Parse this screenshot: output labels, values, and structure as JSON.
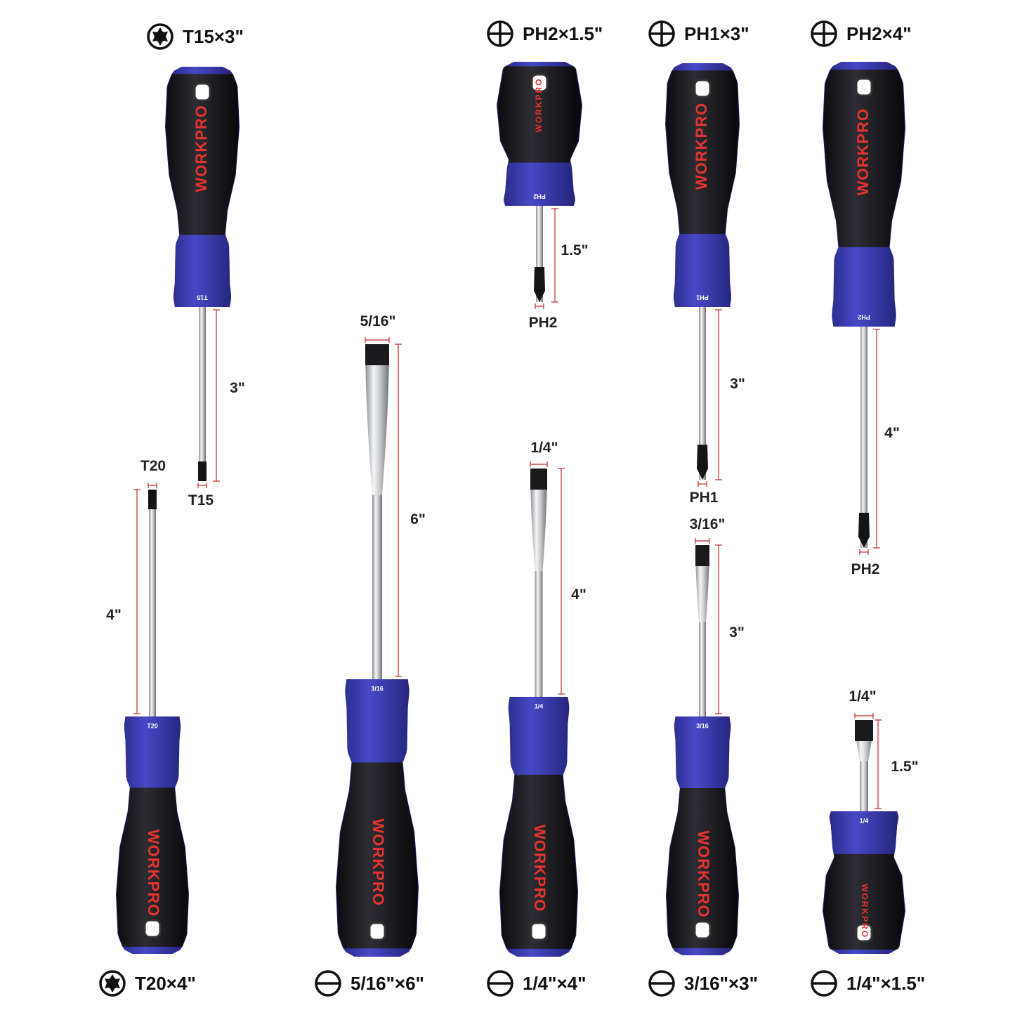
{
  "brand": "WORKPRO",
  "colors": {
    "handle_black": "#16161a",
    "handle_blue": "#3a3ab0",
    "brand_red": "#e8342f",
    "dimension_red": "#c62828"
  },
  "tools": [
    {
      "title": "T15×3\"",
      "type": "torx",
      "icon": "torx-icon",
      "tip_label": "T15",
      "length_label": "3\"",
      "collar_label": "T15"
    },
    {
      "title": "PH2×1.5\"",
      "type": "phillips",
      "icon": "phillips-icon",
      "tip_label": "PH2",
      "length_label": "1.5\"",
      "collar_label": "PH2"
    },
    {
      "title": "PH1×3\"",
      "type": "phillips",
      "icon": "phillips-icon",
      "tip_label": "PH1",
      "length_label": "3\"",
      "collar_label": "PH1"
    },
    {
      "title": "PH2×4\"",
      "type": "phillips",
      "icon": "phillips-icon",
      "tip_label": "PH2",
      "length_label": "4\"",
      "collar_label": "PH2"
    },
    {
      "title": "T20×4\"",
      "type": "torx",
      "icon": "torx-icon",
      "tip_label": "T20",
      "length_label": "4\"",
      "collar_label": "T20"
    },
    {
      "title": "5/16\"×6\"",
      "type": "slotted",
      "icon": "slotted-icon",
      "tip_label": "5/16\"",
      "length_label": "6\"",
      "collar_label": "3/16"
    },
    {
      "title": "1/4\"×4\"",
      "type": "slotted",
      "icon": "slotted-icon",
      "tip_label": "1/4\"",
      "length_label": "4\"",
      "collar_label": "1/4"
    },
    {
      "title": "3/16\"×3\"",
      "type": "slotted",
      "icon": "slotted-icon",
      "tip_label": "3/16\"",
      "length_label": "3\"",
      "collar_label": "3/16"
    },
    {
      "title": "1/4\"×1.5\"",
      "type": "slotted",
      "icon": "slotted-icon",
      "tip_label": "1/4\"",
      "length_label": "1.5\"",
      "collar_label": "1/4"
    }
  ]
}
